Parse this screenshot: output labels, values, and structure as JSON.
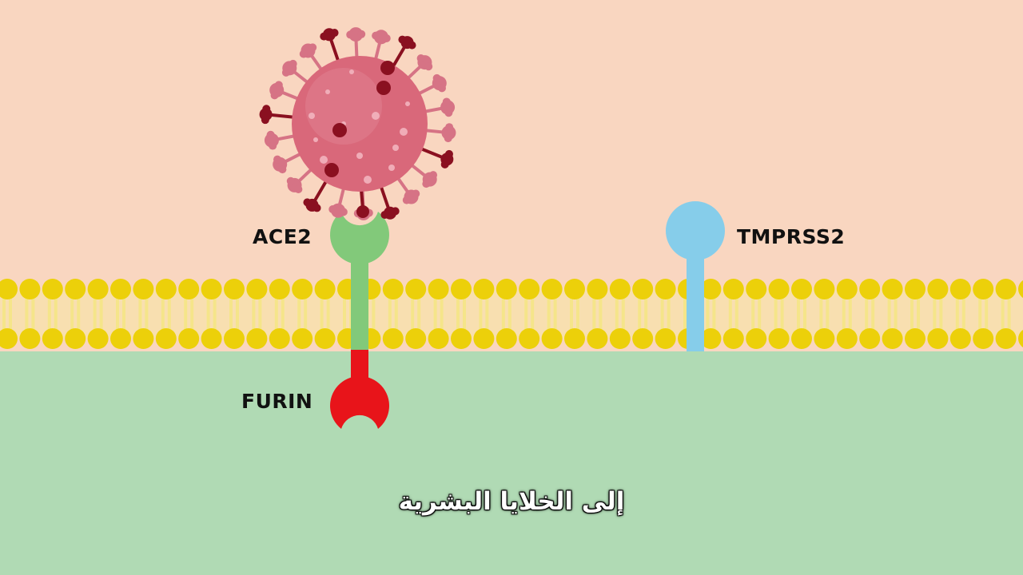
{
  "colors": {
    "extracellular": "#f9d6c0",
    "cytoplasm": "#b0dab4",
    "lipid_head": "#ecd00a",
    "lipid_tail": "#f5e58a",
    "ace2": "#82c97a",
    "furin": "#e8141a",
    "tmprss2": "#86cdea",
    "virus_body": "#d9687a",
    "virus_spike": "#d67385",
    "virus_spike_dark": "#8a1020"
  },
  "labels": {
    "ace2": "ACE2",
    "tmprss2": "TMPRSS2",
    "furin": "FURIN"
  },
  "subtitle": "إلى الخلايا البشرية"
}
